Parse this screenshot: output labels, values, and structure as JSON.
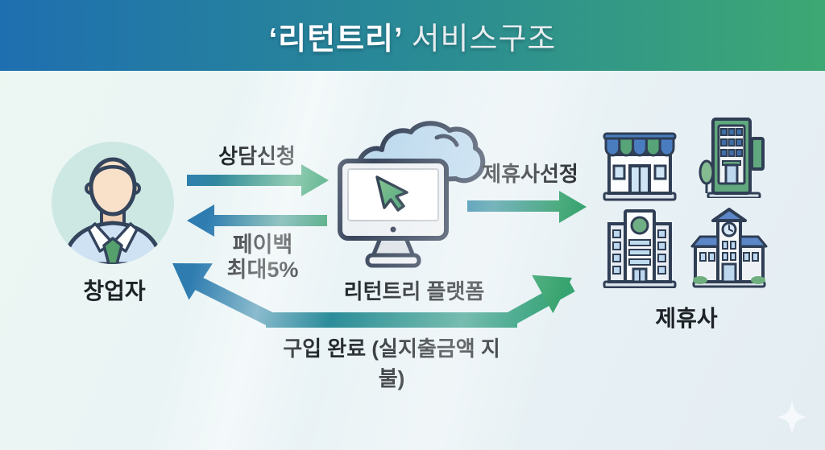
{
  "header": {
    "brand": "‘리턴트리’",
    "rest": "서비스구조"
  },
  "nodes": {
    "founder": {
      "label": "창업자"
    },
    "platform": {
      "label": "리턴트리 플랫폼"
    },
    "partners": {
      "label": "제휴사"
    }
  },
  "arrows": {
    "consult": {
      "label": "상담신청",
      "direction": "founder-to-platform"
    },
    "payback": {
      "label": "페이백\n최대5%",
      "direction": "platform-to-founder"
    },
    "select": {
      "label": "제휴사선정",
      "direction": "platform-to-partners"
    },
    "purchase": {
      "label": "구입 완료 (실지출금액 지불)",
      "direction": "bidirectional"
    }
  },
  "icons": [
    "founder-avatar-icon",
    "cloud-icon",
    "monitor-icon",
    "cursor-icon",
    "store-icon",
    "office-green-icon",
    "office-white-icon",
    "school-icon",
    "sparkle-icon"
  ],
  "colors": {
    "header_gradient_left": "#1e6fb0",
    "header_gradient_right": "#3ea873",
    "arrow_blue": "#2e7cb0",
    "arrow_green": "#38a273",
    "text": "#1d2226",
    "background": "#eaf3f6",
    "avatar_circle": "#cde8e3"
  }
}
